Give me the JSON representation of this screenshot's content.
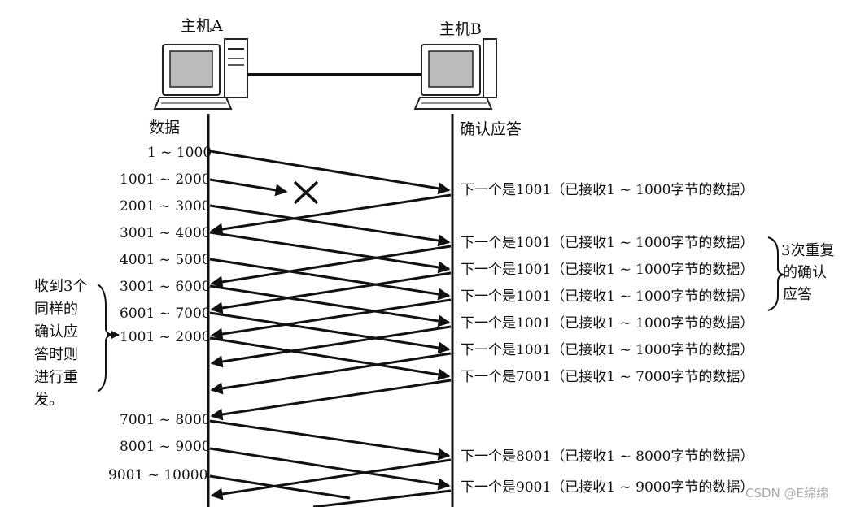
{
  "hosts": {
    "a": "主机A",
    "b": "主机B"
  },
  "headers": {
    "left": "数据",
    "right": "确认应答"
  },
  "segments": [
    "1 ~ 1000",
    "1001 ~ 2000",
    "2001 ~ 3000",
    "3001 ~ 4000",
    "4001 ~ 5000",
    "3001 ~ 6000",
    "6001 ~ 7000",
    "1001 ~ 2000",
    "7001 ~ 8000",
    "8001 ~ 9000",
    "9001 ~ 10000"
  ],
  "acks": [
    "下一个是1001（已接收1 ~ 1000字节的数据）",
    "下一个是1001（已接收1 ~ 1000字节的数据）",
    "下一个是1001（已接收1 ~ 1000字节的数据）",
    "下一个是1001（已接收1 ~ 1000字节的数据）",
    "下一个是1001（已接收1 ~ 1000字节的数据）",
    "下一个是1001（已接收1 ~ 1000字节的数据）",
    "下一个是7001（已接收1 ~ 7000字节的数据）",
    "下一个是8001（已接收1 ~ 8000字节的数据）",
    "下一个是9001（已接收1 ~ 9000字节的数据）"
  ],
  "left_note": [
    "收到3个",
    "同样的",
    "确认应",
    "答时则",
    "进行重",
    "发。"
  ],
  "right_note": [
    "3次重复",
    "的确认",
    "应答"
  ],
  "watermark": "CSDN @E绵绵"
}
